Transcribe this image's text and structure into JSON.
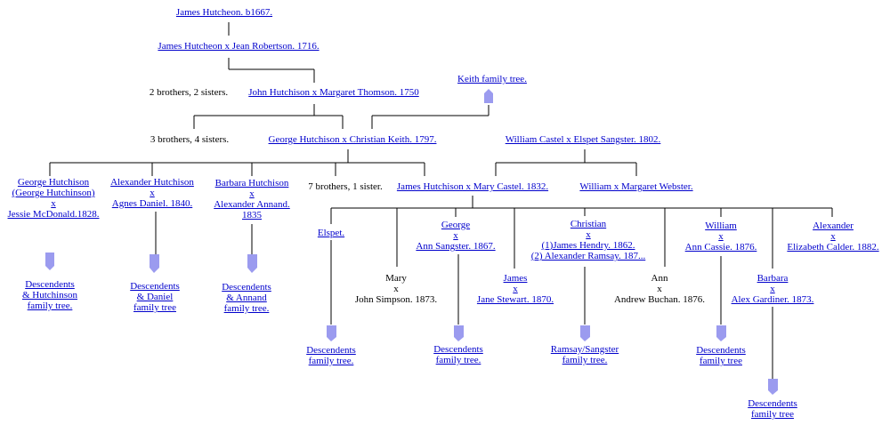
{
  "colors": {
    "link": "#0000cc",
    "arrow": "#9b9bef",
    "line": "#000000"
  },
  "nodes": [
    {
      "id": "james-1667",
      "link": true,
      "lines": [
        "James Hutcheon. b1667."
      ]
    },
    {
      "id": "james-jean",
      "link": true,
      "lines": [
        "James Hutcheon x Jean Robertson. 1716."
      ]
    },
    {
      "id": "siblings-2-2",
      "link": false,
      "lines": [
        "2 brothers, 2 sisters."
      ]
    },
    {
      "id": "john-margaret",
      "link": true,
      "lines": [
        "John Hutchison x Margaret Thomson. 1750"
      ]
    },
    {
      "id": "keith-tree",
      "link": true,
      "lines": [
        "Keith family tree."
      ]
    },
    {
      "id": "siblings-3-4",
      "link": false,
      "lines": [
        "3 brothers, 4 sisters."
      ]
    },
    {
      "id": "george-christian",
      "link": true,
      "lines": [
        "George Hutchison x Christian Keith. 1797."
      ]
    },
    {
      "id": "william-castel",
      "link": true,
      "lines": [
        "William Castel x Elspet Sangster. 1802."
      ]
    },
    {
      "id": "george-jessie",
      "link": true,
      "lines": [
        "George Hutchison",
        "(George Hutchinson)",
        "x",
        "Jessie McDonald.1828."
      ]
    },
    {
      "id": "alexander-agnes",
      "link": true,
      "lines": [
        "Alexander Hutchison",
        "x",
        "Agnes Daniel. 1840."
      ]
    },
    {
      "id": "barbara-alexander",
      "link": true,
      "lines": [
        "Barbara Hutchison",
        "x",
        "Alexander Annand.",
        "1835"
      ]
    },
    {
      "id": "siblings-7-1",
      "link": false,
      "lines": [
        "7 brothers, 1 sister."
      ]
    },
    {
      "id": "james-mary",
      "link": true,
      "lines": [
        "James Hutchison x Mary Castel. 1832."
      ]
    },
    {
      "id": "william-webster",
      "link": true,
      "lines": [
        "William x Margaret Webster."
      ]
    },
    {
      "id": "elspet",
      "link": true,
      "lines": [
        "Elspet."
      ]
    },
    {
      "id": "mary-john",
      "link": false,
      "lines": [
        "Mary",
        "x",
        "John Simpson. 1873."
      ]
    },
    {
      "id": "george-ann",
      "link": true,
      "lines": [
        "George",
        "x",
        "Ann Sangster. 1867."
      ]
    },
    {
      "id": "james-jane",
      "link": true,
      "lines": [
        "James",
        "x",
        "Jane Stewart. 1870."
      ]
    },
    {
      "id": "christian",
      "link": true,
      "lines": [
        "Christian",
        "x",
        "(1)James Hendry. 1862.",
        "(2) Alexander Ramsay. 187..."
      ]
    },
    {
      "id": "ann-andrew",
      "link": false,
      "lines": [
        "Ann",
        "x",
        "Andrew Buchan. 1876."
      ]
    },
    {
      "id": "william-ann",
      "link": true,
      "lines": [
        "William",
        "x",
        "Ann Cassie. 1876."
      ]
    },
    {
      "id": "barbara-alex",
      "link": true,
      "lines": [
        "Barbara",
        "x",
        "Alex Gardiner. 1873."
      ]
    },
    {
      "id": "alexander-elizabeth",
      "link": true,
      "lines": [
        "Alexander",
        "x",
        "Elizabeth Calder. 1882."
      ]
    },
    {
      "id": "desc-hutchinson",
      "link": true,
      "lines": [
        "Descendents",
        "& Hutchinson",
        "family tree."
      ]
    },
    {
      "id": "desc-daniel",
      "link": true,
      "lines": [
        "Descendents",
        "& Daniel",
        "family tree"
      ]
    },
    {
      "id": "desc-annand",
      "link": true,
      "lines": [
        "Descendents",
        "& Annand",
        "family tree."
      ]
    },
    {
      "id": "desc-elspet",
      "link": true,
      "lines": [
        "Descendents",
        "family tree."
      ]
    },
    {
      "id": "desc-george",
      "link": true,
      "lines": [
        "Descendents",
        "family tree."
      ]
    },
    {
      "id": "ramsay-sangster",
      "link": true,
      "lines": [
        "Ramsay/Sangster",
        "family tree."
      ]
    },
    {
      "id": "desc-william",
      "link": true,
      "lines": [
        "Descendents",
        "family tree"
      ]
    },
    {
      "id": "desc-barbara",
      "link": true,
      "lines": [
        "Descendents",
        "family tree"
      ]
    }
  ]
}
